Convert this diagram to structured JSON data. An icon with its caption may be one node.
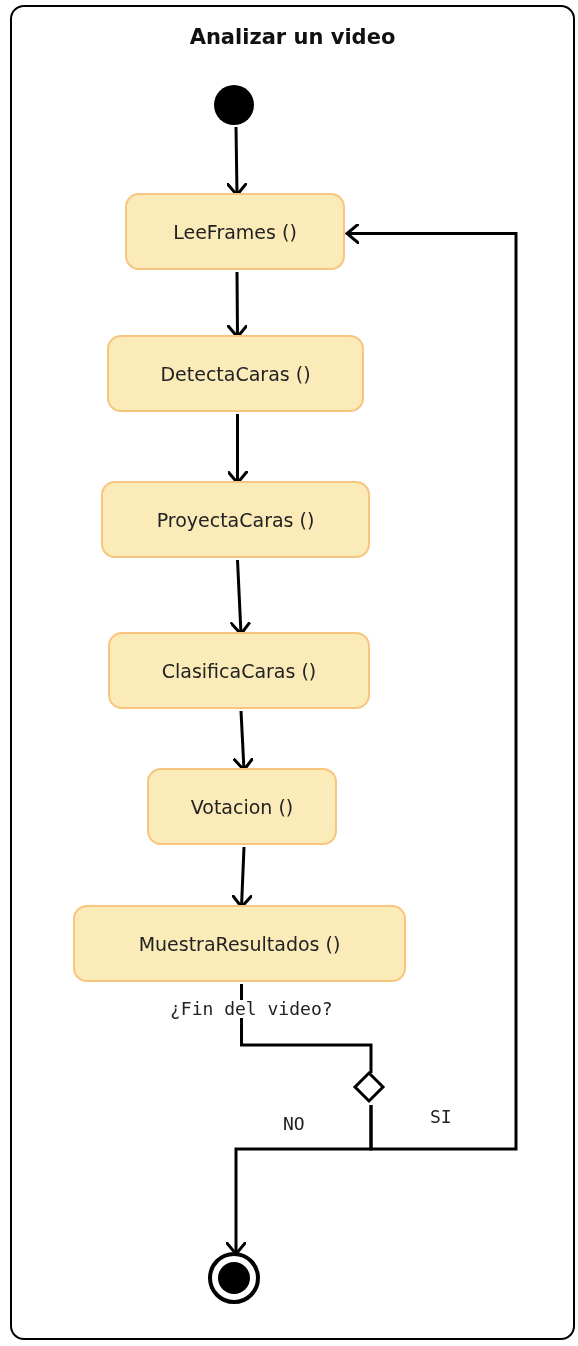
{
  "diagram": {
    "nodes": [
      {
        "text": [
          "Analizar un video"
        ]
      },
      {
        "text": [],
        "shape": "circle",
        "in": 0
      },
      {
        "text": [
          "LeeFrames ()"
        ],
        "in": 0
      },
      {
        "text": [
          "DetectaCaras ()"
        ],
        "in": 0
      },
      {
        "text": [
          "ProyectaCaras ()"
        ],
        "in": 0
      },
      {
        "text": [
          "ClasificaCaras ()"
        ],
        "in": 0
      },
      {
        "text": [
          "Votacion ()"
        ],
        "in": 0
      },
      {
        "text": [
          "MuestraResultados ()"
        ],
        "in": 0
      },
      {
        "text": [],
        "shape": "diamond",
        "in": 0
      },
      {
        "text": [],
        "shape": "circle",
        "in": 0
      }
    ],
    "edges": [
      {
        "from": 1,
        "to": 2,
        "arrow": "to"
      },
      {
        "from": 2,
        "to": 3,
        "arrow": "to"
      },
      {
        "from": 3,
        "to": 4,
        "arrow": "to"
      },
      {
        "from": 4,
        "to": 5,
        "arrow": "to"
      },
      {
        "from": 5,
        "to": 6,
        "arrow": "to"
      },
      {
        "from": 6,
        "to": 7,
        "arrow": "to"
      },
      {
        "from": 7,
        "to": 8,
        "arrow": "none",
        "label": "¿Fin del video?"
      },
      {
        "from": 8,
        "to": 9,
        "arrow": "to",
        "label": "NO"
      },
      {
        "from": 8,
        "to": 2,
        "arrow": "to",
        "label": "SI"
      }
    ]
  }
}
